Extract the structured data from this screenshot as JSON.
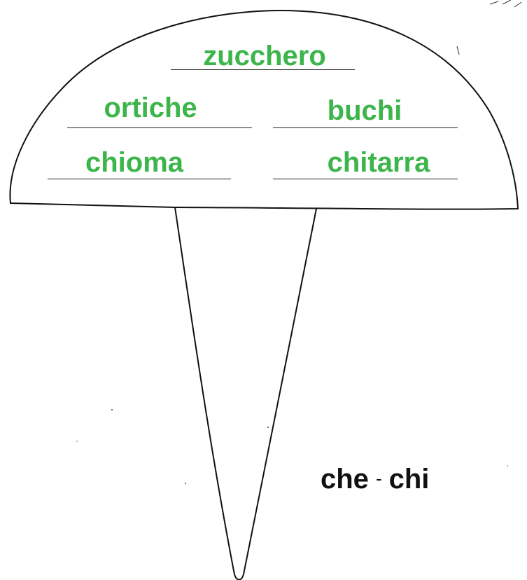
{
  "colors": {
    "word": "#3cb54a",
    "outline": "#111111",
    "title": "#111111"
  },
  "words": [
    "zucchero",
    "ortiche",
    "buchi",
    "chioma",
    "chitarra"
  ],
  "title": {
    "left": "che",
    "separator": "-",
    "right": "chi"
  }
}
